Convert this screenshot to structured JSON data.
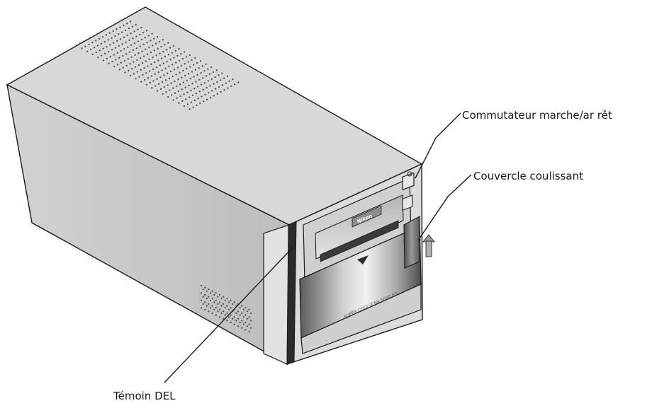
{
  "callouts": {
    "power_switch": "Commutateur marche/ar rêt",
    "sliding_cover": "Couvercle coulissant",
    "led_indicator": "Témoin DEL"
  },
  "device": {
    "brand_badge": "Nikon",
    "model_label": "SUPER COOLSCAN 5000 ED"
  },
  "colors": {
    "outline": "#1a1a1a",
    "body_top": "#d6d6d6",
    "body_side": "#c4c4c4",
    "body_front": "#dcdcdc",
    "vent_dot": "#4a4a4a",
    "cover_dark": "#6f6f6f"
  }
}
